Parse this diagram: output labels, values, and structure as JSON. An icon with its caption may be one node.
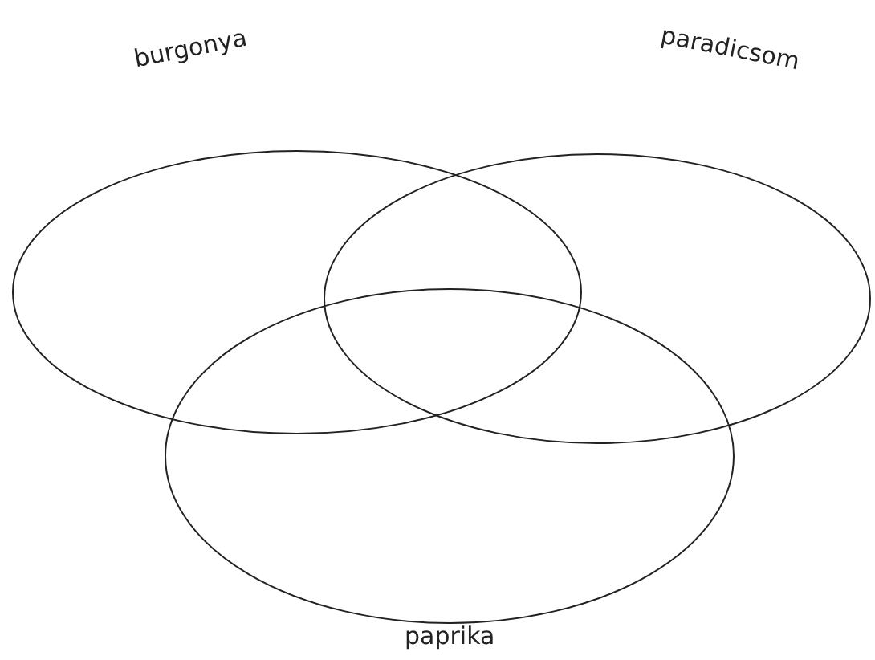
{
  "diagram": {
    "nodes": [
      {
        "text": [
          "burgonya"
        ]
      },
      {
        "text": [
          "paradicsom"
        ]
      },
      {
        "text": [
          "paprika"
        ]
      }
    ]
  }
}
